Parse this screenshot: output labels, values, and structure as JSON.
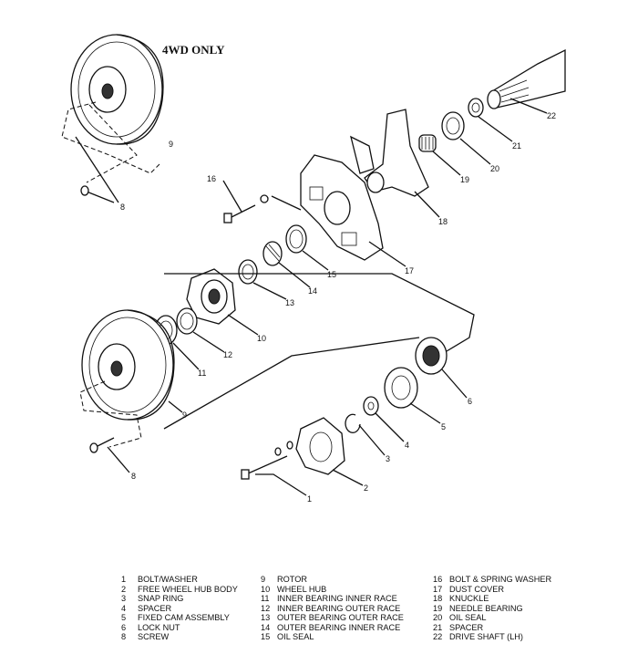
{
  "title": "4WD ONLY",
  "callouts": {
    "c9a": "9",
    "c8a": "8",
    "c22": "22",
    "c21": "21",
    "c20": "20",
    "c19": "19",
    "c18": "18",
    "c16": "16",
    "c17": "17",
    "c15": "15",
    "c14": "14",
    "c13": "13",
    "c10": "10",
    "c12": "12",
    "c11": "11",
    "c9b": "9",
    "c6": "6",
    "c5": "5",
    "c4": "4",
    "c3": "3",
    "c2": "2",
    "c1": "1",
    "c8b": "8"
  },
  "legend": {
    "col1": [
      {
        "num": "1",
        "label": "BOLT/WASHER"
      },
      {
        "num": "2",
        "label": "FREE WHEEL HUB BODY"
      },
      {
        "num": "3",
        "label": "SNAP RING"
      },
      {
        "num": "4",
        "label": "SPACER"
      },
      {
        "num": "5",
        "label": "FIXED CAM ASSEMBLY"
      },
      {
        "num": "6",
        "label": "LOCK NUT"
      },
      {
        "num": "8",
        "label": "SCREW"
      }
    ],
    "col2": [
      {
        "num": "9",
        "label": "ROTOR"
      },
      {
        "num": "10",
        "label": "WHEEL HUB"
      },
      {
        "num": "11",
        "label": "INNER BEARING INNER RACE"
      },
      {
        "num": "12",
        "label": "INNER BEARING OUTER RACE"
      },
      {
        "num": "13",
        "label": "OUTER BEARING OUTER RACE"
      },
      {
        "num": "14",
        "label": "OUTER BEARING INNER RACE"
      },
      {
        "num": "15",
        "label": "OIL SEAL"
      }
    ],
    "col3": [
      {
        "num": "16",
        "label": "BOLT & SPRING WASHER"
      },
      {
        "num": "17",
        "label": "DUST COVER"
      },
      {
        "num": "18",
        "label": "KNUCKLE"
      },
      {
        "num": "19",
        "label": "NEEDLE BEARING"
      },
      {
        "num": "20",
        "label": "OIL SEAL"
      },
      {
        "num": "21",
        "label": "SPACER"
      },
      {
        "num": "22",
        "label": "DRIVE SHAFT (LH)"
      }
    ]
  }
}
